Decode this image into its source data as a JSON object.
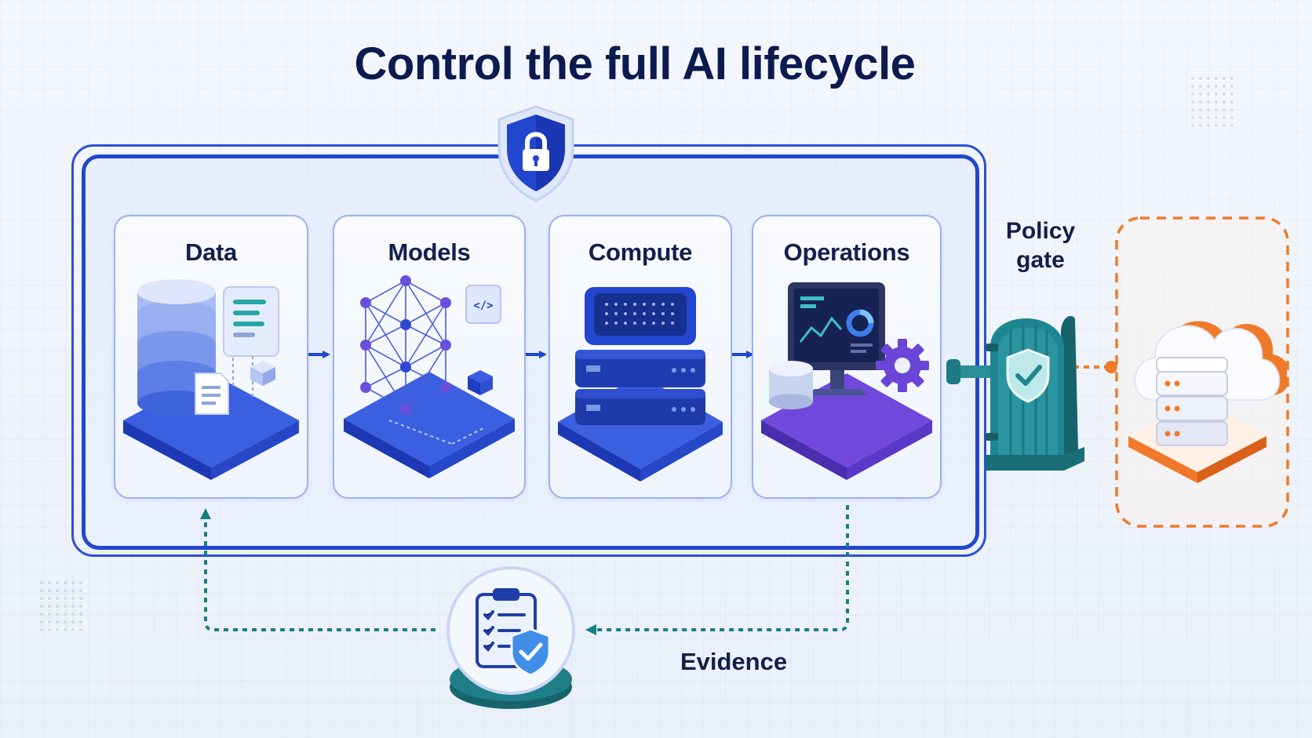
{
  "title": "Control the full AI lifecycle",
  "stages": [
    {
      "label": "Data"
    },
    {
      "label": "Models"
    },
    {
      "label": "Compute"
    },
    {
      "label": "Operations"
    }
  ],
  "policy_gate": {
    "label_line1": "Policy",
    "label_line2": "gate"
  },
  "evidence": {
    "label": "Evidence"
  },
  "icons": {
    "shield": "lock-shield-icon",
    "data": "database-icon",
    "models": "neural-network-icon",
    "compute": "server-stack-icon",
    "operations": "monitor-dashboard-icon",
    "gate": "policy-gate-door-icon",
    "cloud": "cloud-server-icon",
    "evidence": "clipboard-check-icon"
  },
  "colors": {
    "primary": "#2346cf",
    "title": "#0c1a4f",
    "gate": "#1c7c86",
    "external": "#f07a2a",
    "evidence": "#1a7d84"
  }
}
